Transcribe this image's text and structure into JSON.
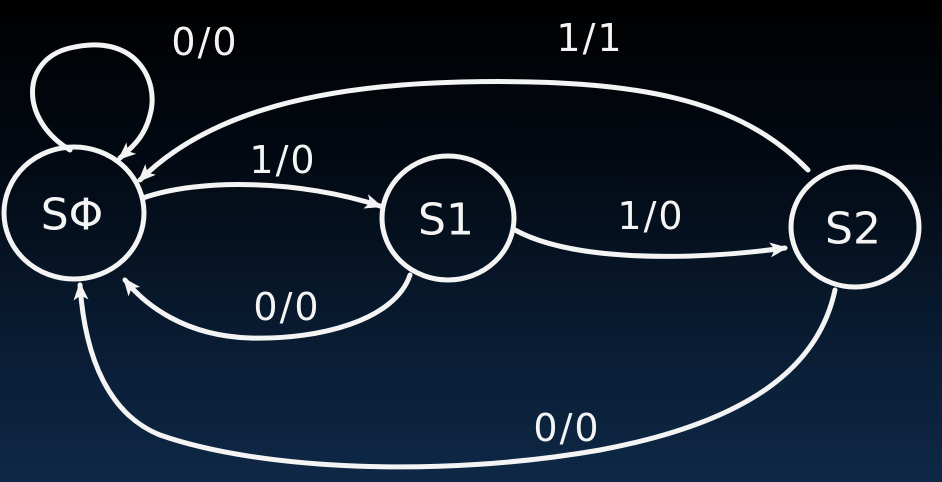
{
  "states": [
    {
      "id": "s0",
      "label": "SΦ"
    },
    {
      "id": "s1",
      "label": "S1"
    },
    {
      "id": "s2",
      "label": "S2"
    }
  ],
  "transitions": [
    {
      "from": "s0",
      "to": "s0",
      "label": "0/0"
    },
    {
      "from": "s0",
      "to": "s1",
      "label": "1/0"
    },
    {
      "from": "s1",
      "to": "s0",
      "label": "0/0"
    },
    {
      "from": "s1",
      "to": "s2",
      "label": "1/0"
    },
    {
      "from": "s2",
      "to": "s0",
      "label": "1/1"
    },
    {
      "from": "s2",
      "to": "s0",
      "label": "0/0"
    }
  ],
  "colors": {
    "stroke": "#f4f4f4",
    "background_top": "#000000",
    "background_bottom": "#0e2846"
  }
}
